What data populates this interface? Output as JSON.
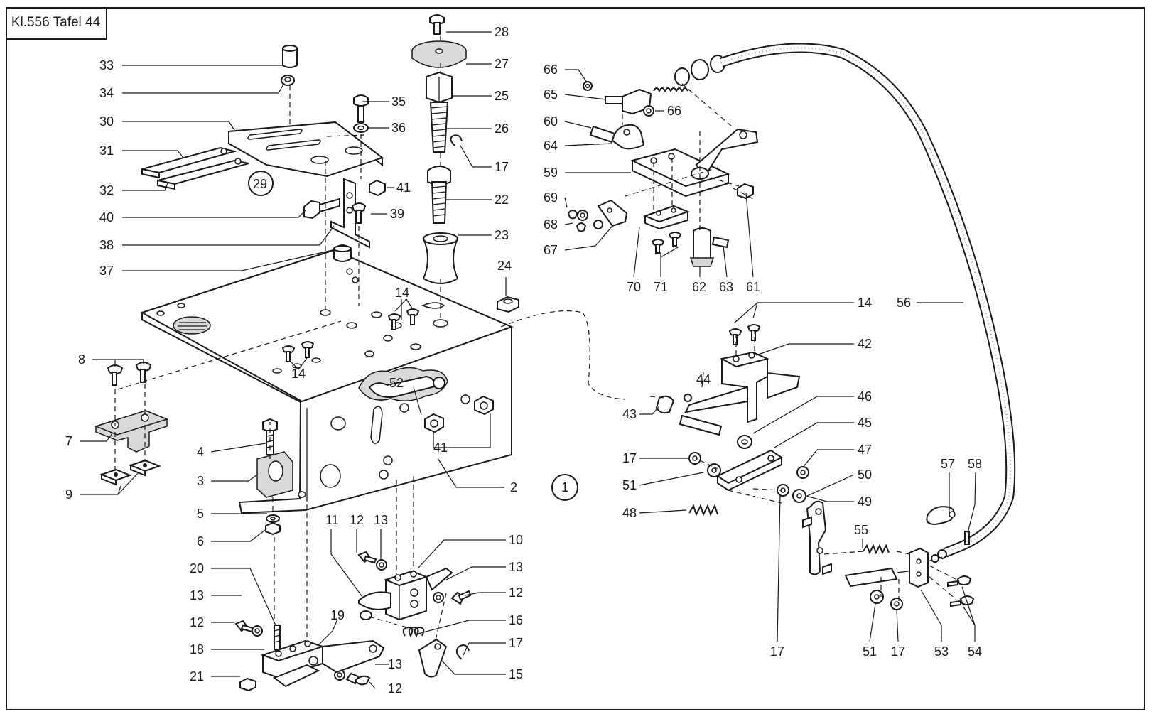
{
  "title": "Kl.556  Tafel 44",
  "labels": {
    "l1": "1",
    "l2": "2",
    "l3": "3",
    "l4": "4",
    "l5": "5",
    "l6": "6",
    "l7": "7",
    "l8": "8",
    "l9": "9",
    "l10": "10",
    "l11": "11",
    "l12a": "12",
    "l12b": "12",
    "l12c": "12",
    "l12d": "12",
    "l13a": "13",
    "l13b": "13",
    "l13c": "13",
    "l13d": "13",
    "l14a": "14",
    "l14b": "14",
    "l14c": "14",
    "l15": "15",
    "l16": "16",
    "l17a": "17",
    "l17b": "17",
    "l17c": "17",
    "l17d": "17",
    "l17e": "17",
    "l18": "18",
    "l19": "19",
    "l20": "20",
    "l21": "21",
    "l22": "22",
    "l23": "23",
    "l24": "24",
    "l25": "25",
    "l26": "26",
    "l27": "27",
    "l28": "28",
    "l29": "29",
    "l30": "30",
    "l31": "31",
    "l32": "32",
    "l33": "33",
    "l34": "34",
    "l35": "35",
    "l36": "36",
    "l37": "37",
    "l38": "38",
    "l39": "39",
    "l40": "40",
    "l41a": "41",
    "l41b": "41",
    "l42": "42",
    "l43": "43",
    "l44": "44",
    "l45": "45",
    "l46": "46",
    "l47": "47",
    "l48": "48",
    "l49": "49",
    "l50": "50",
    "l51a": "51",
    "l51b": "51",
    "l52": "52",
    "l53": "53",
    "l54": "54",
    "l55": "55",
    "l56": "56",
    "l57": "57",
    "l58": "58",
    "l59": "59",
    "l60": "60",
    "l61": "61",
    "l62": "62",
    "l63": "63",
    "l64": "64",
    "l65": "65",
    "l66a": "66",
    "l66b": "66",
    "l67": "67",
    "l68": "68",
    "l69": "69",
    "l70": "70",
    "l71": "71"
  }
}
